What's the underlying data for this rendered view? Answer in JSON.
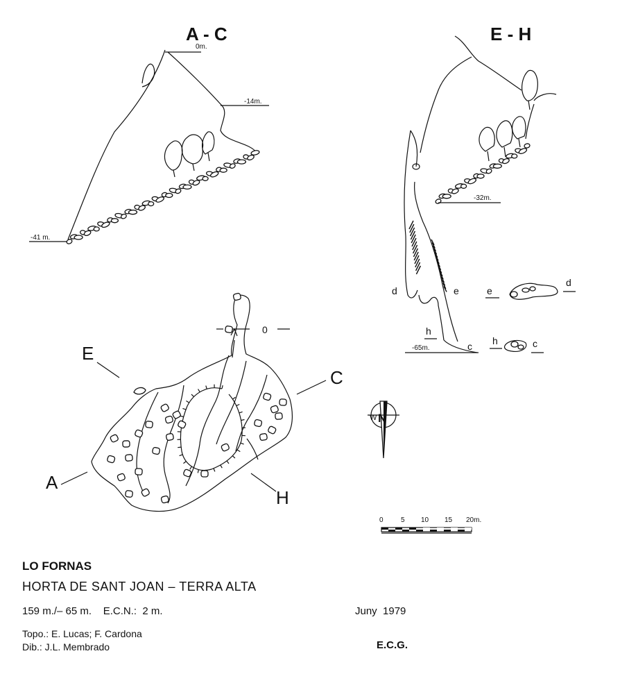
{
  "profile_ac": {
    "title": "A - C",
    "depth_labels": [
      "0m.",
      "-14m.",
      "-41 m."
    ]
  },
  "profile_eh": {
    "title": "E - H",
    "depth_labels": [
      "-32m.",
      "-65m."
    ],
    "letters": [
      "d",
      "e",
      "h",
      "c"
    ],
    "section_ed": [
      "e",
      "d"
    ],
    "section_hc": [
      "h",
      "c"
    ]
  },
  "plan": {
    "section_letters": [
      "E",
      "C",
      "A",
      "H"
    ],
    "entrance_label": "0"
  },
  "compass": {
    "west": "W",
    "north": "N"
  },
  "scale": {
    "ticks": [
      "0",
      "5",
      "10",
      "15",
      "20m."
    ]
  },
  "footer": {
    "cave_name": "LO FORNAS",
    "location": "HORTA DE SANT JOAN – TERRA ALTA",
    "figures": "159 m./– 65 m.    E.C.N.:  2 m.",
    "date": "Juny  1979",
    "topo": "Topo.: E. Lucas; F. Cardona",
    "dib": "Dib.: J.L. Membrado",
    "org": "E.C.G."
  }
}
